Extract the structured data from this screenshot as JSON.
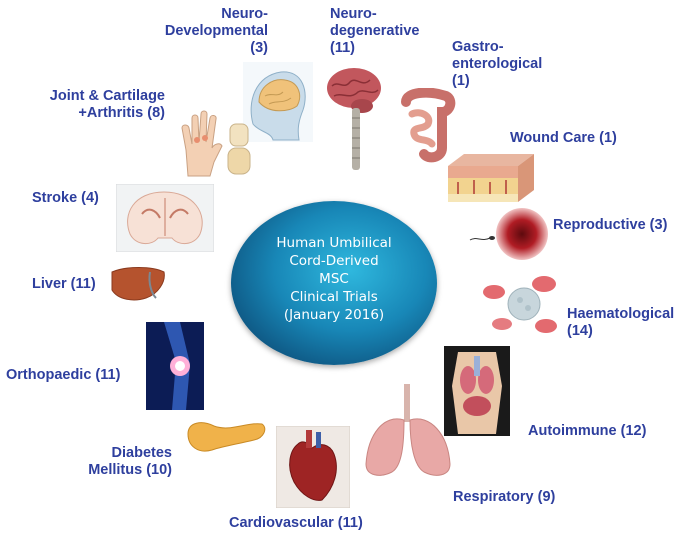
{
  "center": {
    "lines": [
      "Human Umbilical",
      "Cord-Derived",
      "MSC",
      "Clinical Trials",
      "(January 2016)"
    ]
  },
  "labels": {
    "neuro_developmental": [
      "Neuro-",
      "Developmental",
      "(3)"
    ],
    "neuro_degenerative": [
      "Neuro-",
      "degenerative",
      "(11)"
    ],
    "gastro_enterological": [
      "Gastro-",
      "enterological",
      "(1)"
    ],
    "joint_cartilage": [
      "Joint & Cartilage",
      "+Arthritis (8)"
    ],
    "wound_care": "Wound Care (1)",
    "stroke": "Stroke (4)",
    "reproductive": "Reproductive (3)",
    "liver": "Liver (11)",
    "haematological": [
      "Haematological",
      "(14)"
    ],
    "orthopaedic": "Orthopaedic (11)",
    "autoimmune": "Autoimmune (12)",
    "diabetes": [
      "Diabetes",
      "Mellitus (10)"
    ],
    "respiratory": "Respiratory (9)",
    "cardiovascular": "Cardiovascular (11)"
  },
  "colors": {
    "label": "#2e3f9e",
    "ellipse": "#1887b7",
    "ellipse_text": "#ffffff"
  },
  "icons": [
    "brain-head-icon",
    "brain-spine-icon",
    "intestine-icon",
    "hand-joint-icon",
    "skin-layers-icon",
    "brain-section-icon",
    "ovum-icon",
    "liver-icon",
    "blood-cells-icon",
    "knee-icon",
    "torso-icon",
    "pancreas-icon",
    "lungs-icon",
    "heart-icon"
  ]
}
